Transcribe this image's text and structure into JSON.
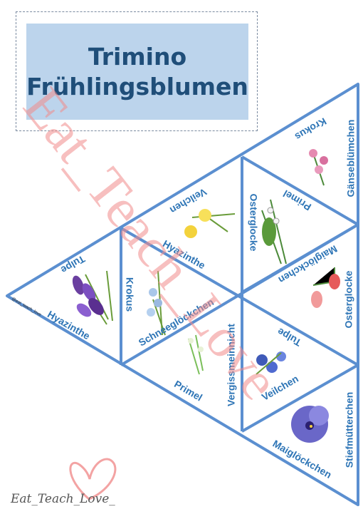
{
  "title": {
    "line1": "Trimino",
    "line2": "Frühlingsblumen"
  },
  "credit": "@eat_teach_love",
  "watermark": {
    "diagonal": "Eat_Teach_Love",
    "footer": "Eat_Teach_Love_"
  },
  "labels": {
    "t1_top": "Tulpe",
    "t1_left": "Hyazinthe",
    "t2_krokus": "Krokus",
    "t2_hyazinthe": "Hyazinthe",
    "t2_veilchen": "Veilchen",
    "t3_schnee": "Schneeglöckchen",
    "t3_primel": "Primel",
    "t4_oster": "Osterglocke",
    "t4_primel": "Primel",
    "t5_krokus": "Krokus",
    "t5_gaense": "Gänseblümchen",
    "t6_maig": "Maiglöckchen",
    "t6_oster": "Osterglocke",
    "t7_vergiss": "Vergissmeinnicht",
    "t7_tulpe": "Tulpe",
    "t8_veilchen": "Veilchen",
    "t8_stief": "Stiefmütterchen",
    "t8_maig": "Maiglöckchen"
  },
  "colors": {
    "line": "#5b8fd0",
    "label": "#2e75b6",
    "title": "#1f4e79",
    "titlebg": "#bcd4ec",
    "watermark": "#f08a8a"
  }
}
